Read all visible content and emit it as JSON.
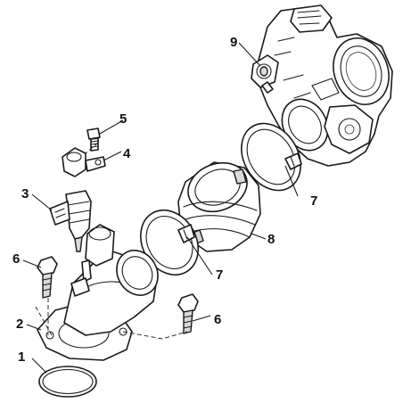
{
  "callouts": [
    {
      "id": "1",
      "text": "1"
    },
    {
      "id": "2",
      "text": "2"
    },
    {
      "id": "3",
      "text": "3"
    },
    {
      "id": "4",
      "text": "4"
    },
    {
      "id": "5",
      "text": "5"
    },
    {
      "id": "6a",
      "text": "6"
    },
    {
      "id": "6b",
      "text": "6"
    },
    {
      "id": "7a",
      "text": "7"
    },
    {
      "id": "7b",
      "text": "7"
    },
    {
      "id": "8",
      "text": "8"
    },
    {
      "id": "9",
      "text": "9"
    }
  ],
  "colors": {
    "line": "#1a1a1a",
    "fill": "#ffffff",
    "shade": "#d9d9d9"
  }
}
